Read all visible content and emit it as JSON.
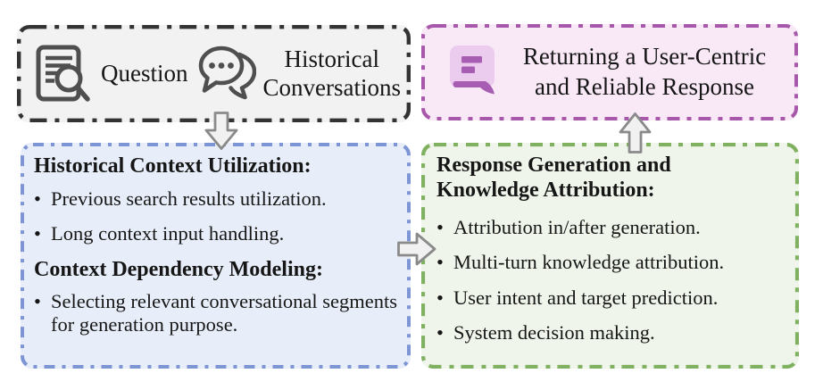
{
  "glyphs": {
    "bullet": "•"
  },
  "colors": {
    "input_border": "#333333",
    "input_fill": "#f2f2f2",
    "output_border": "#a858aa",
    "output_fill": "#f9e9f7",
    "context_border": "#7e95d5",
    "context_fill": "#e8eef9",
    "response_border": "#7fb160",
    "response_fill": "#eff5ea",
    "icon_gray": "#4f4f4f",
    "icon_purple_light": "#ecccee",
    "icon_purple_dark": "#a75db2",
    "arrow_stroke": "#8a8a8a",
    "arrow_fill": "#f1f1f1",
    "text": "#161616"
  },
  "input_box": {
    "question_label": "Question",
    "history_label_line1": "Historical",
    "history_label_line2": "Conversations"
  },
  "output_box": {
    "line1": "Returning a User-Centric",
    "line2": "and Reliable Response"
  },
  "context_box": {
    "heading1": "Historical Context Utilization:",
    "bullets1": [
      "Previous search results utilization.",
      "Long context input handling."
    ],
    "heading2": "Context Dependency Modeling:",
    "bullets2": [
      "Selecting relevant conversational segments for generation purpose."
    ]
  },
  "response_box": {
    "heading_line1": "Response Generation and",
    "heading_line2": "Knowledge Attribution:",
    "bullets": [
      "Attribution in/after generation.",
      "Multi-turn knowledge attribution.",
      "User intent and target prediction.",
      "System decision making."
    ]
  }
}
